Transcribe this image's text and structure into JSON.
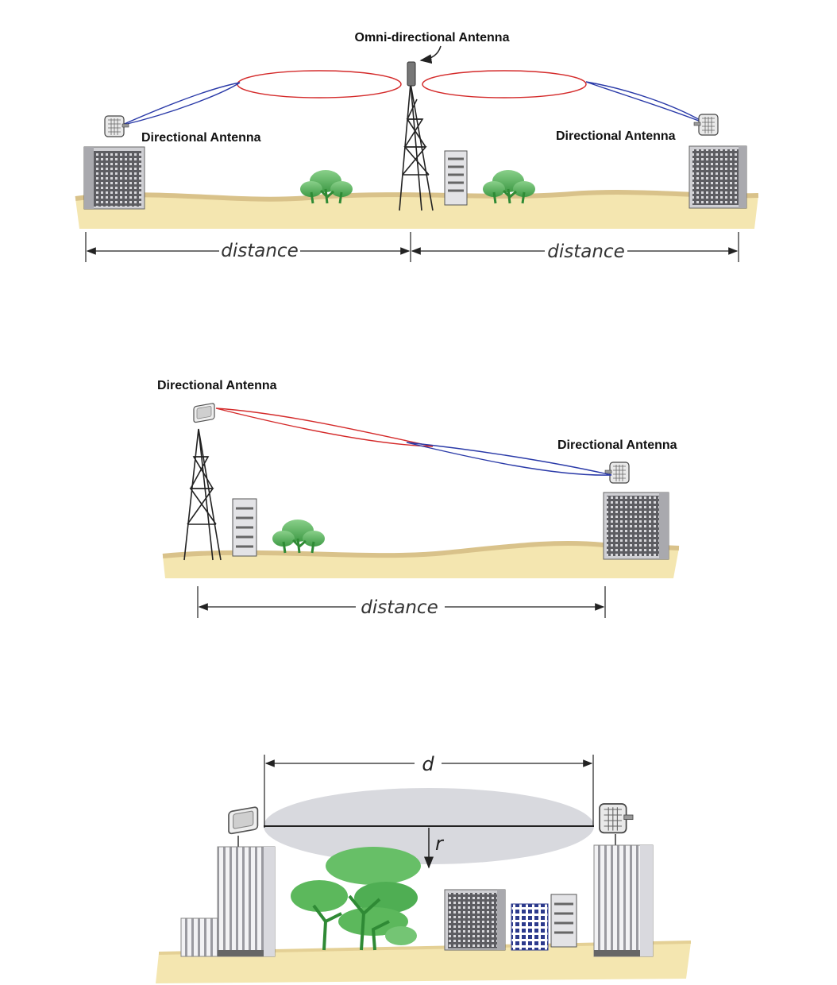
{
  "panel1": {
    "omni_label": "Omni-directional Antenna",
    "left_label": "Directional Antenna",
    "right_label": "Directional Antenna",
    "distance_left": "distance",
    "distance_right": "distance"
  },
  "panel2": {
    "left_label": "Directional Antenna",
    "right_label": "Directional Antenna",
    "distance": "distance"
  },
  "panel3": {
    "d_label": "d",
    "r_label": "r"
  },
  "colors": {
    "ground": "#f4e6b0",
    "ground_shadow": "#d9c28a",
    "lobe_red": "#d42a2a",
    "lobe_blue": "#2a3aa8",
    "tree": "#5cb85c",
    "building": "#8a8a8a",
    "fresnel": "#d8d9de"
  }
}
